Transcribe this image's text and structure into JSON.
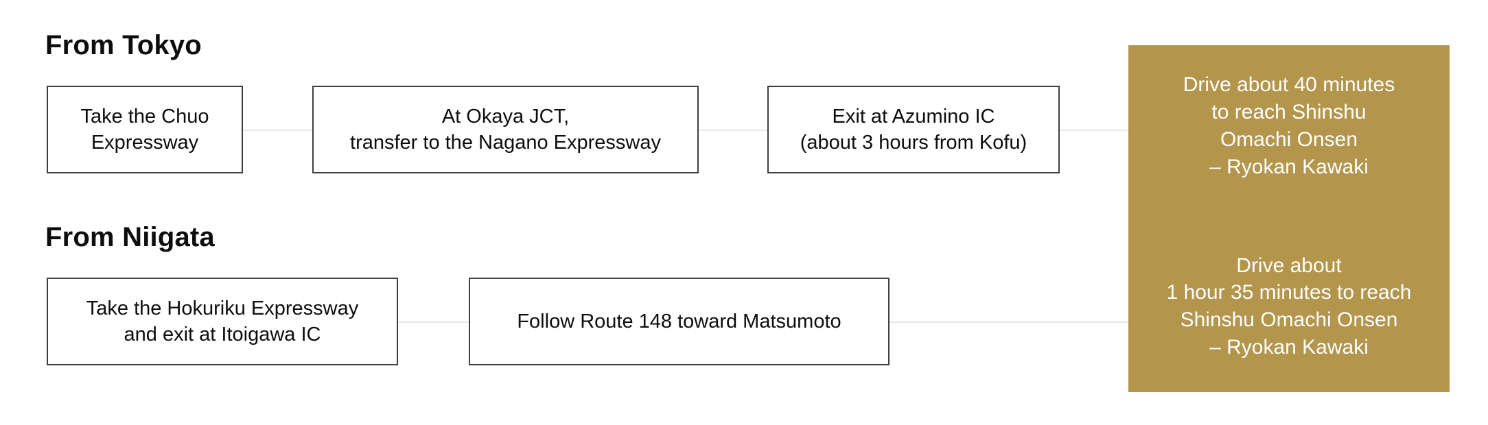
{
  "page": {
    "background": "#ffffff",
    "text_color": "#0d0d0d",
    "box_border_color": "#3f3f3f",
    "connector_color": "#e8e8e8",
    "accent_color": "#b3954c",
    "accent_text_color": "#ffffff"
  },
  "routes": {
    "tokyo": {
      "heading": "From Tokyo",
      "steps": [
        {
          "label": "Take the Chuo\nExpressway"
        },
        {
          "label": "At Okaya JCT,\ntransfer to the Nagano Expressway"
        },
        {
          "label": "Exit at Azumino IC\n(about 3 hours from Kofu)"
        }
      ],
      "destination": "Drive about 40 minutes\nto reach Shinshu\nOmachi Onsen\n– Ryokan Kawaki"
    },
    "niigata": {
      "heading": "From Niigata",
      "steps": [
        {
          "label": "Take the Hokuriku Expressway\nand exit at Itoigawa IC"
        },
        {
          "label": "Follow Route 148 toward Matsumoto"
        }
      ],
      "destination": "Drive about\n1 hour 35 minutes to reach\nShinshu Omachi Onsen\n– Ryokan Kawaki"
    }
  }
}
